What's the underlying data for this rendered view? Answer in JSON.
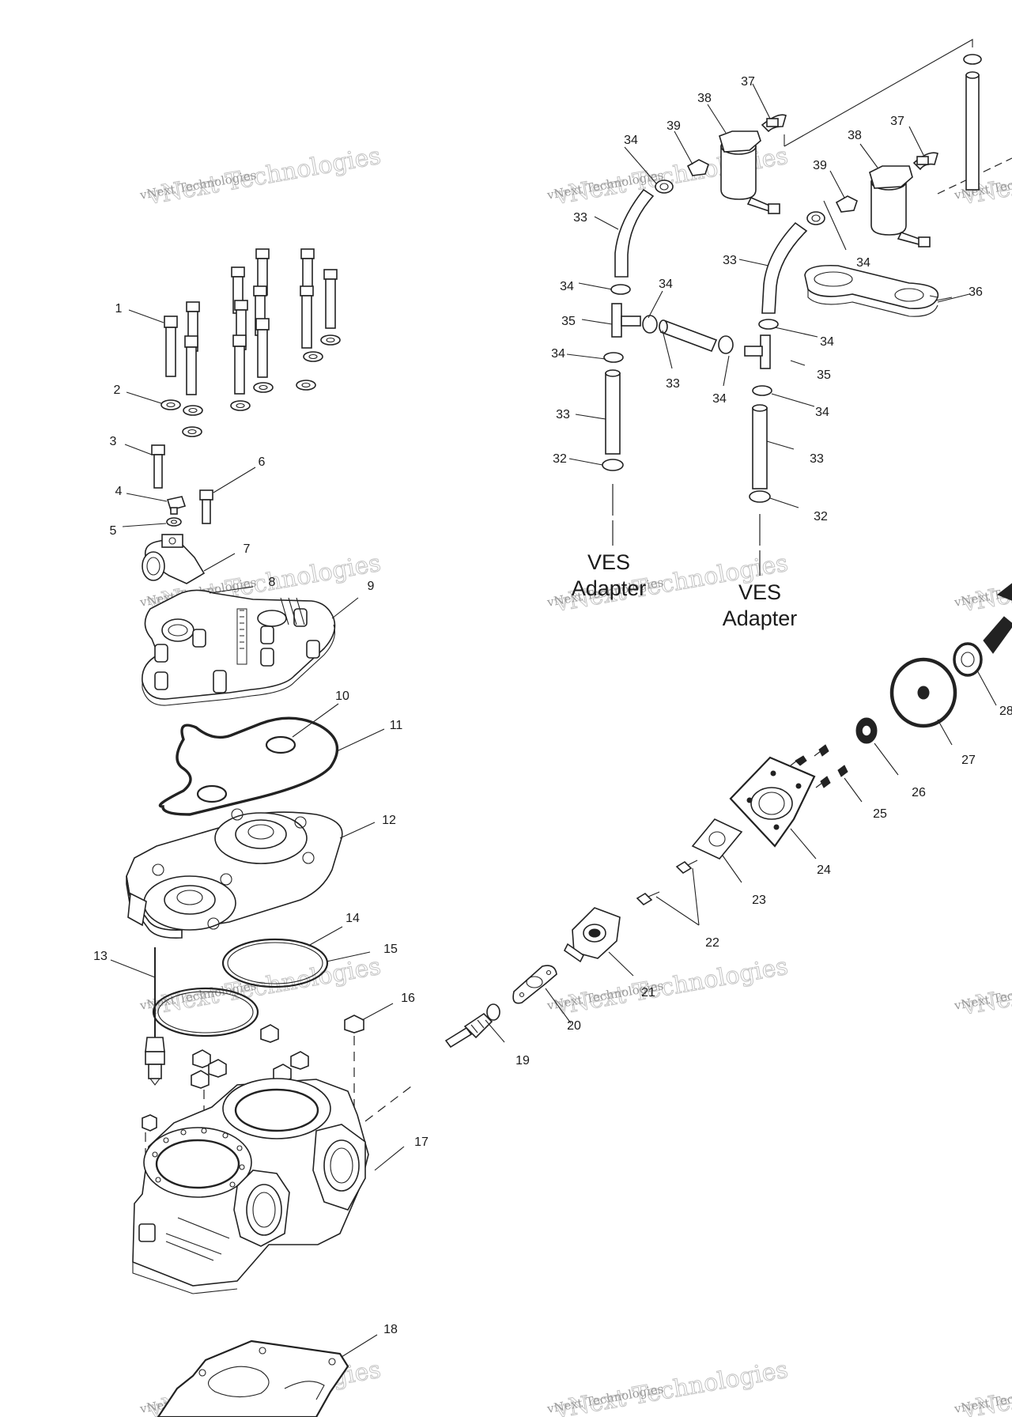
{
  "callouts": {
    "c1": "1",
    "c2": "2",
    "c3": "3",
    "c4": "4",
    "c5": "5",
    "c6": "6",
    "c7": "7",
    "c8": "8",
    "c9": "9",
    "c10": "10",
    "c11": "11",
    "c12": "12",
    "c13": "13",
    "c14": "14",
    "c15": "15",
    "c16": "16",
    "c17": "17",
    "c18": "18",
    "c19": "19",
    "c20": "20",
    "c21": "21",
    "c22": "22",
    "c23": "23",
    "c24": "24",
    "c25": "25",
    "c26": "26",
    "c27": "27",
    "c28": "28",
    "c32a": "32",
    "c32b": "32",
    "c33a": "33",
    "c33b": "33",
    "c33c": "33",
    "c33d": "33",
    "c33e": "33",
    "c34a": "34",
    "c34b": "34",
    "c34c": "34",
    "c34d": "34",
    "c34e": "34",
    "c34f": "34",
    "c34g": "34",
    "c34h": "34",
    "c35a": "35",
    "c35b": "35",
    "c36": "36",
    "c37a": "37",
    "c37b": "37",
    "c38a": "38",
    "c38b": "38",
    "c39a": "39",
    "c39b": "39"
  },
  "adapter_labels": {
    "left_line1": "VES",
    "left_line2": "Adapter",
    "right_line1": "VES",
    "right_line2": "Adapter"
  },
  "watermark": {
    "line1": "vNext Technologies",
    "line2": "vNext Technologies"
  },
  "colors": {
    "line": "#222222",
    "watermark": "#9a9a9a",
    "background": "#ffffff"
  }
}
